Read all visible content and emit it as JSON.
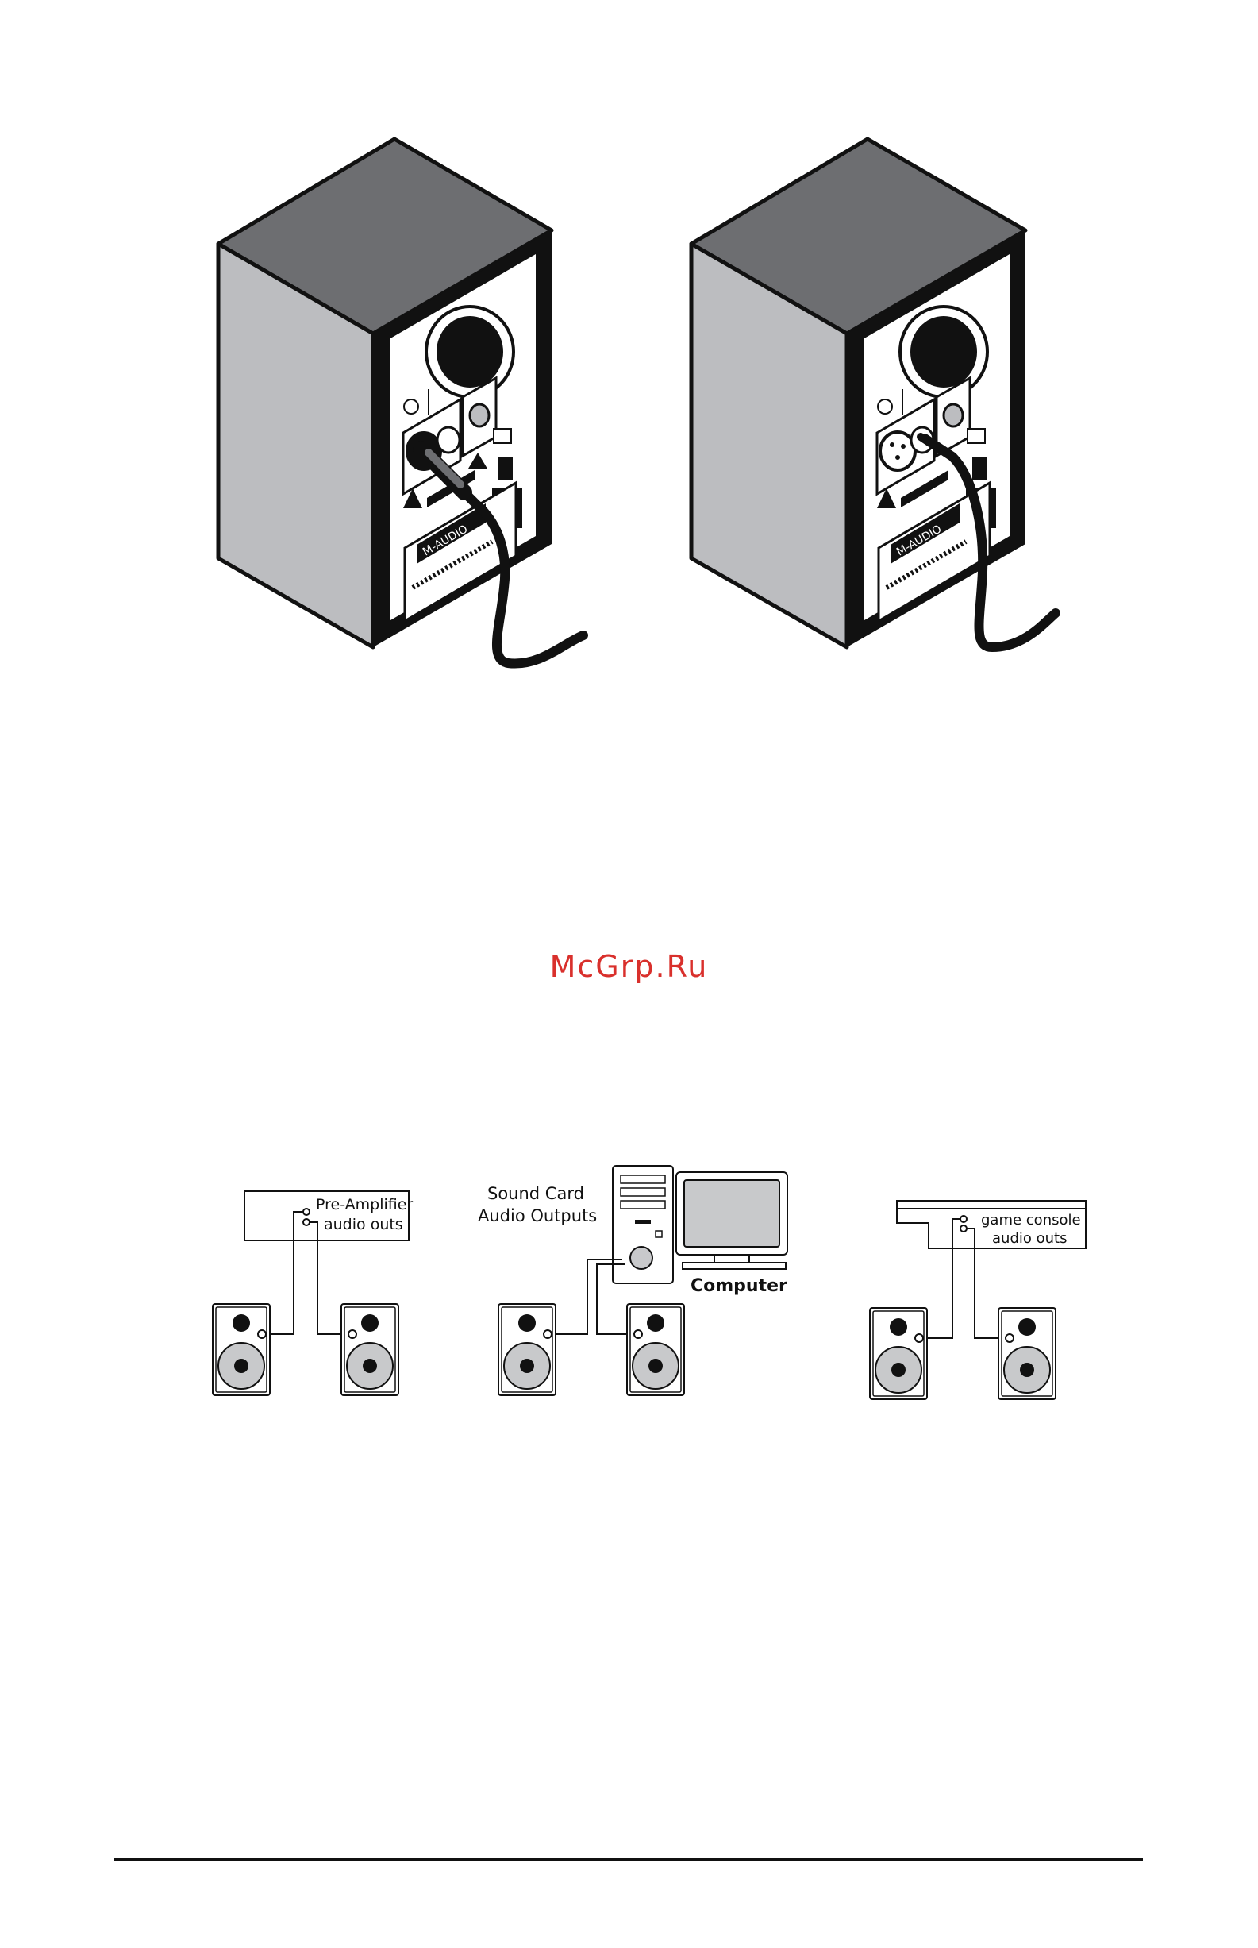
{
  "watermark": "McGrp.Ru",
  "brand_logo": "M-AUDIO",
  "labels": {
    "preamp_line1": "Pre-Amplifier",
    "preamp_line2": "audio outs",
    "soundcard_line1": "Sound Card",
    "soundcard_line2": "Audio Outputs",
    "computer": "Computer",
    "console_line1": "game console",
    "console_line2": "audio outs"
  },
  "colors": {
    "cabinet_top": "#6d6e71",
    "cabinet_side": "#bcbdc0",
    "outline": "#111111",
    "woofer": "#c8c9cb",
    "watermark": "#d9302c"
  }
}
